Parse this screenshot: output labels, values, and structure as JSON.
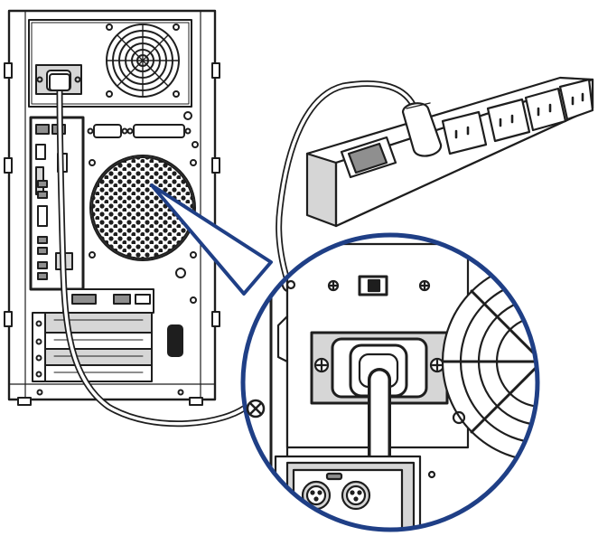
{
  "diagram": {
    "type": "connection-illustration",
    "components": [
      "pc-tower-rear",
      "power-cord",
      "power-strip",
      "magnified-inset"
    ],
    "colors": {
      "line": "#1e1e1e",
      "panel": "#d6d6d6",
      "panel_dark": "#8f8f8f",
      "inset_border": "#1f3f86",
      "background": "#ffffff"
    }
  }
}
